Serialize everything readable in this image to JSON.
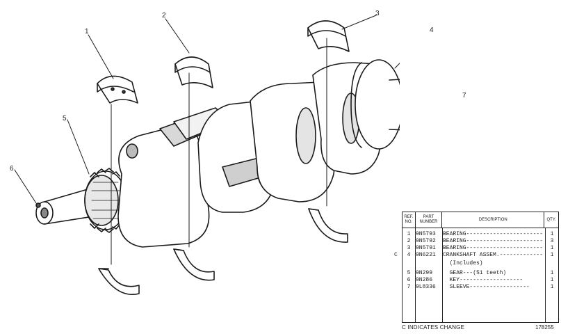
{
  "callouts": [
    "1",
    "2",
    "3",
    "4",
    "5",
    "6",
    "7"
  ],
  "table": {
    "headers": {
      "ref": "REF. NO.",
      "part": "PART NUMBER",
      "desc": "DESCRIPTION",
      "qty": "QTY."
    },
    "rows": [
      {
        "change": "",
        "ref": "1",
        "part": "9N5793",
        "desc": "BEARING-----------------------",
        "qty": "1"
      },
      {
        "change": "",
        "ref": "2",
        "part": "9N5792",
        "desc": "BEARING-----------------------",
        "qty": "3"
      },
      {
        "change": "",
        "ref": "3",
        "part": "9N5791",
        "desc": "BEARING-----------------------",
        "qty": "1"
      },
      {
        "change": "C",
        "ref": "4",
        "part": "9N6221",
        "desc": "CRANKSHAFT ASSEM.-------------",
        "qty": "1"
      },
      {
        "change": "",
        "ref": "",
        "part": "",
        "desc": "  (Includes)",
        "qty": ""
      },
      {
        "change": "",
        "ref": "5",
        "part": "9N299",
        "desc": "  GEAR---(51 teeth)",
        "qty": "1"
      },
      {
        "change": "",
        "ref": "6",
        "part": "9N286",
        "desc": "  KEY-------------------",
        "qty": "1"
      },
      {
        "change": "",
        "ref": "7",
        "part": "9L8336",
        "desc": "  SLEEVE------------------",
        "qty": "1"
      }
    ]
  },
  "footer": {
    "change_note": "C INDICATES CHANGE",
    "drawing_number": "178255"
  }
}
